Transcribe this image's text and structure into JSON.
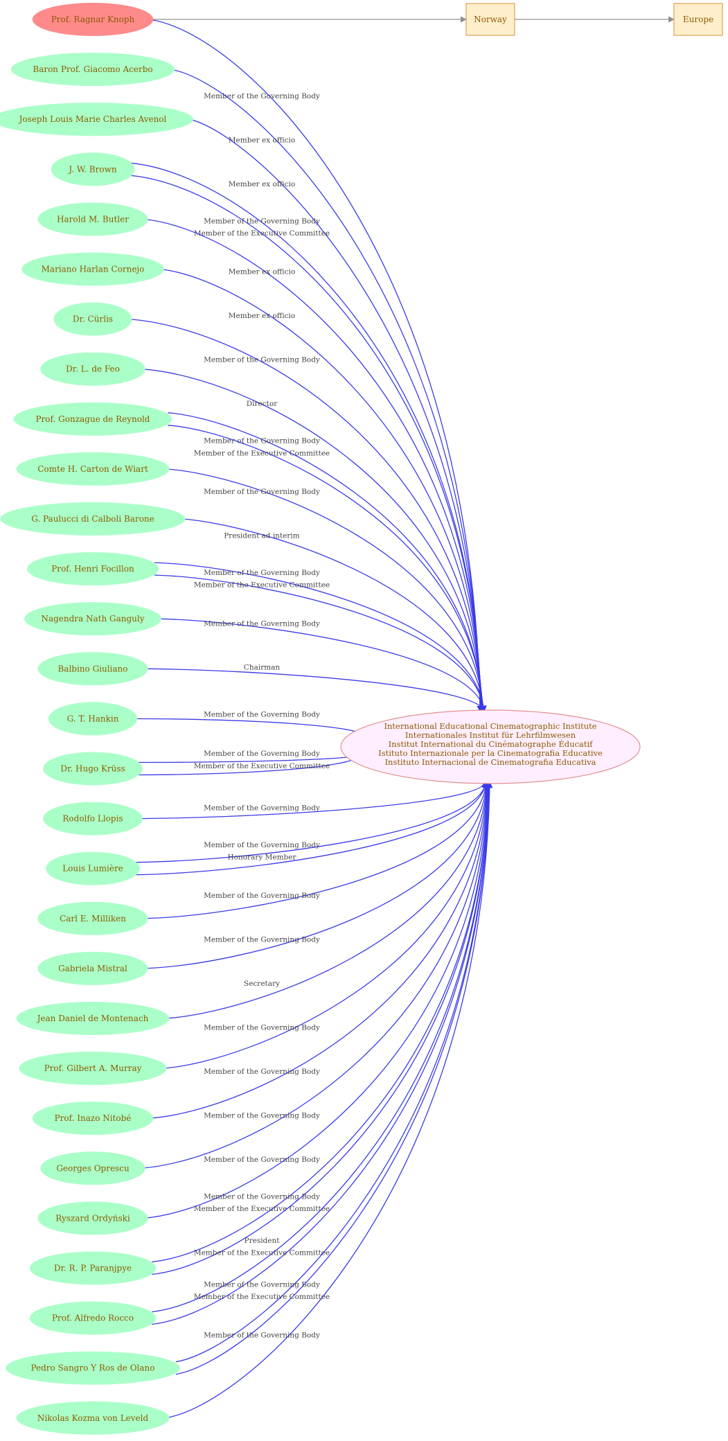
{
  "graph": {
    "colors": {
      "person_fill": "#aaffc8",
      "highlight_fill": "#ff8a8a",
      "target_fill": "#ffeeff",
      "target_stroke": "#e09090",
      "country_fill": "#ffeecc",
      "country_stroke": "#e0a050",
      "node_text": "#8b5a00",
      "edge_blue": "#3a3ae8",
      "edge_grey": "#909090",
      "edge_text": "#444444"
    },
    "target": {
      "lines": [
        "International Educational Cinematographic Institute",
        "Internationales Institut für Lehrfilmwesen",
        "Institut International du Cinématographe Éducatif",
        "Istituto Internazionale per la Cinematografia Educative",
        "Instituto Internacional de Cinematografia Educativa"
      ]
    },
    "country_chain": [
      "Norway",
      "Europe"
    ],
    "people": [
      {
        "name": "Prof. Ragnar Knoph",
        "highlight": true,
        "edges": [
          "Member of the Governing Body"
        ]
      },
      {
        "name": "Baron Prof. Giacomo Acerbo",
        "edges": [
          "Member ex officio"
        ]
      },
      {
        "name": "Joseph Louis Marie Charles Avenol",
        "edges": [
          "Member ex officio"
        ]
      },
      {
        "name": "J. W. Brown",
        "edges": [
          "Member of the Governing Body",
          "Member of the Executive Committee"
        ]
      },
      {
        "name": "Harold M. Butler",
        "edges": [
          "Member ex officio"
        ]
      },
      {
        "name": "Mariano Harlan Cornejo",
        "edges": [
          "Member ex officio"
        ]
      },
      {
        "name": "Dr. Cürlis",
        "edges": [
          "Member of the Governing Body"
        ]
      },
      {
        "name": "Dr.  L.  de Feo",
        "edges": [
          "Director"
        ]
      },
      {
        "name": "Prof. Gonzague de Reynold",
        "edges": [
          "Member of the Governing Body",
          "Member of the Executive Committee"
        ]
      },
      {
        "name": "Comte H. Carton de Wiart",
        "edges": [
          "Member of the Governing Body"
        ]
      },
      {
        "name": "G. Paulucci  di Calboli Barone",
        "edges": [
          "President ad interim"
        ]
      },
      {
        "name": "Prof. Henri Focillon",
        "edges": [
          "Member of the Governing Body",
          "Member of the Executive Committee"
        ]
      },
      {
        "name": "Nagendra Nath Ganguly",
        "edges": [
          "Member of the Governing Body"
        ]
      },
      {
        "name": "Balbino Giuliano",
        "edges": [
          "Chairman"
        ]
      },
      {
        "name": "G. T. Hankin",
        "edges": [
          "Member of the Governing Body"
        ]
      },
      {
        "name": "Dr. Hugo Krüss",
        "edges": [
          "Member of the Governing Body",
          "Member of the Executive Committee"
        ]
      },
      {
        "name": "Rodolfo Llopis",
        "edges": [
          "Member of the Governing Body"
        ]
      },
      {
        "name": "Louis Lumière",
        "edges": [
          "Member of the Governing Body",
          "Honorary Member"
        ]
      },
      {
        "name": "Carl E. Milliken",
        "edges": [
          "Member of the Governing Body"
        ]
      },
      {
        "name": "Gabriela Mistral",
        "edges": [
          "Member of the Governing Body"
        ]
      },
      {
        "name": "Jean Daniel de Montenach",
        "edges": [
          "Secretary"
        ]
      },
      {
        "name": "Prof. Gilbert A. Murray",
        "edges": [
          "Member of the Governing Body"
        ]
      },
      {
        "name": "Prof. Inazo Nitobé",
        "edges": [
          "Member of the Governing Body"
        ]
      },
      {
        "name": "Georges Oprescu",
        "edges": [
          "Member of the Governing Body"
        ]
      },
      {
        "name": "Ryszard Ordyński",
        "edges": [
          "Member of the Governing Body"
        ]
      },
      {
        "name": "Dr. R. P. Paranjpye",
        "edges": [
          "Member of the Governing Body",
          "Member of the Executive Committee"
        ]
      },
      {
        "name": "Prof. Alfredo Rocco",
        "edges": [
          "President",
          "Member of the Executive Committee"
        ]
      },
      {
        "name": "Pedro  Sangro Y Ros de Olano",
        "edges": [
          "Member of the Governing Body",
          "Member of the Executive Committee"
        ]
      },
      {
        "name": "Nikolas Kozma von Leveld",
        "edges": [
          "Member of the Governing Body"
        ]
      }
    ]
  }
}
